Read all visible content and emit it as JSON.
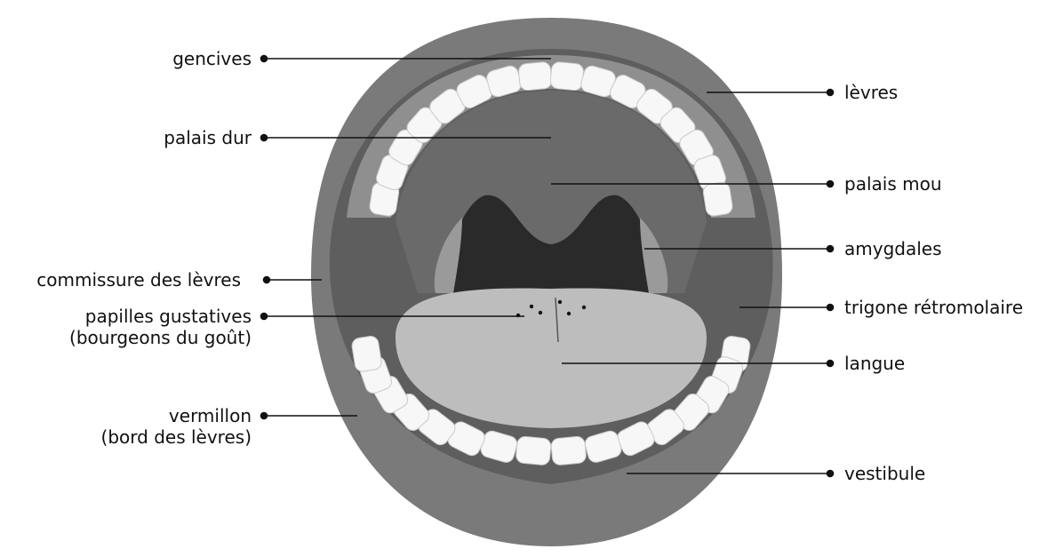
{
  "labels": {
    "gencives": "gencives",
    "palais_dur": "palais dur",
    "commissure_des_levres": "commissure des lèvres",
    "papilles_line1": "papilles gustatives",
    "papilles_line2": "(bourgeons du goût)",
    "vermillon_line1": "vermillon",
    "vermillon_line2": "(bord des lèvres)",
    "levres": "lèvres",
    "palais_mou": "palais mou",
    "amygdales": "amygdales",
    "trigone_retromolaire": "trigone rétromolaire",
    "langue": "langue",
    "vestibule": "vestibule"
  },
  "colors": {
    "lips": "#7a7a7a",
    "inner_cavity": "#5e5e5e",
    "gums": "#8f8f8f",
    "palate": "#6a6a6a",
    "throat": "#2a2a2a",
    "tonsils": "#9a9a9a",
    "tongue": "#bdbdbd",
    "teeth": "#f7f7f7",
    "leader_line": "#111111"
  }
}
